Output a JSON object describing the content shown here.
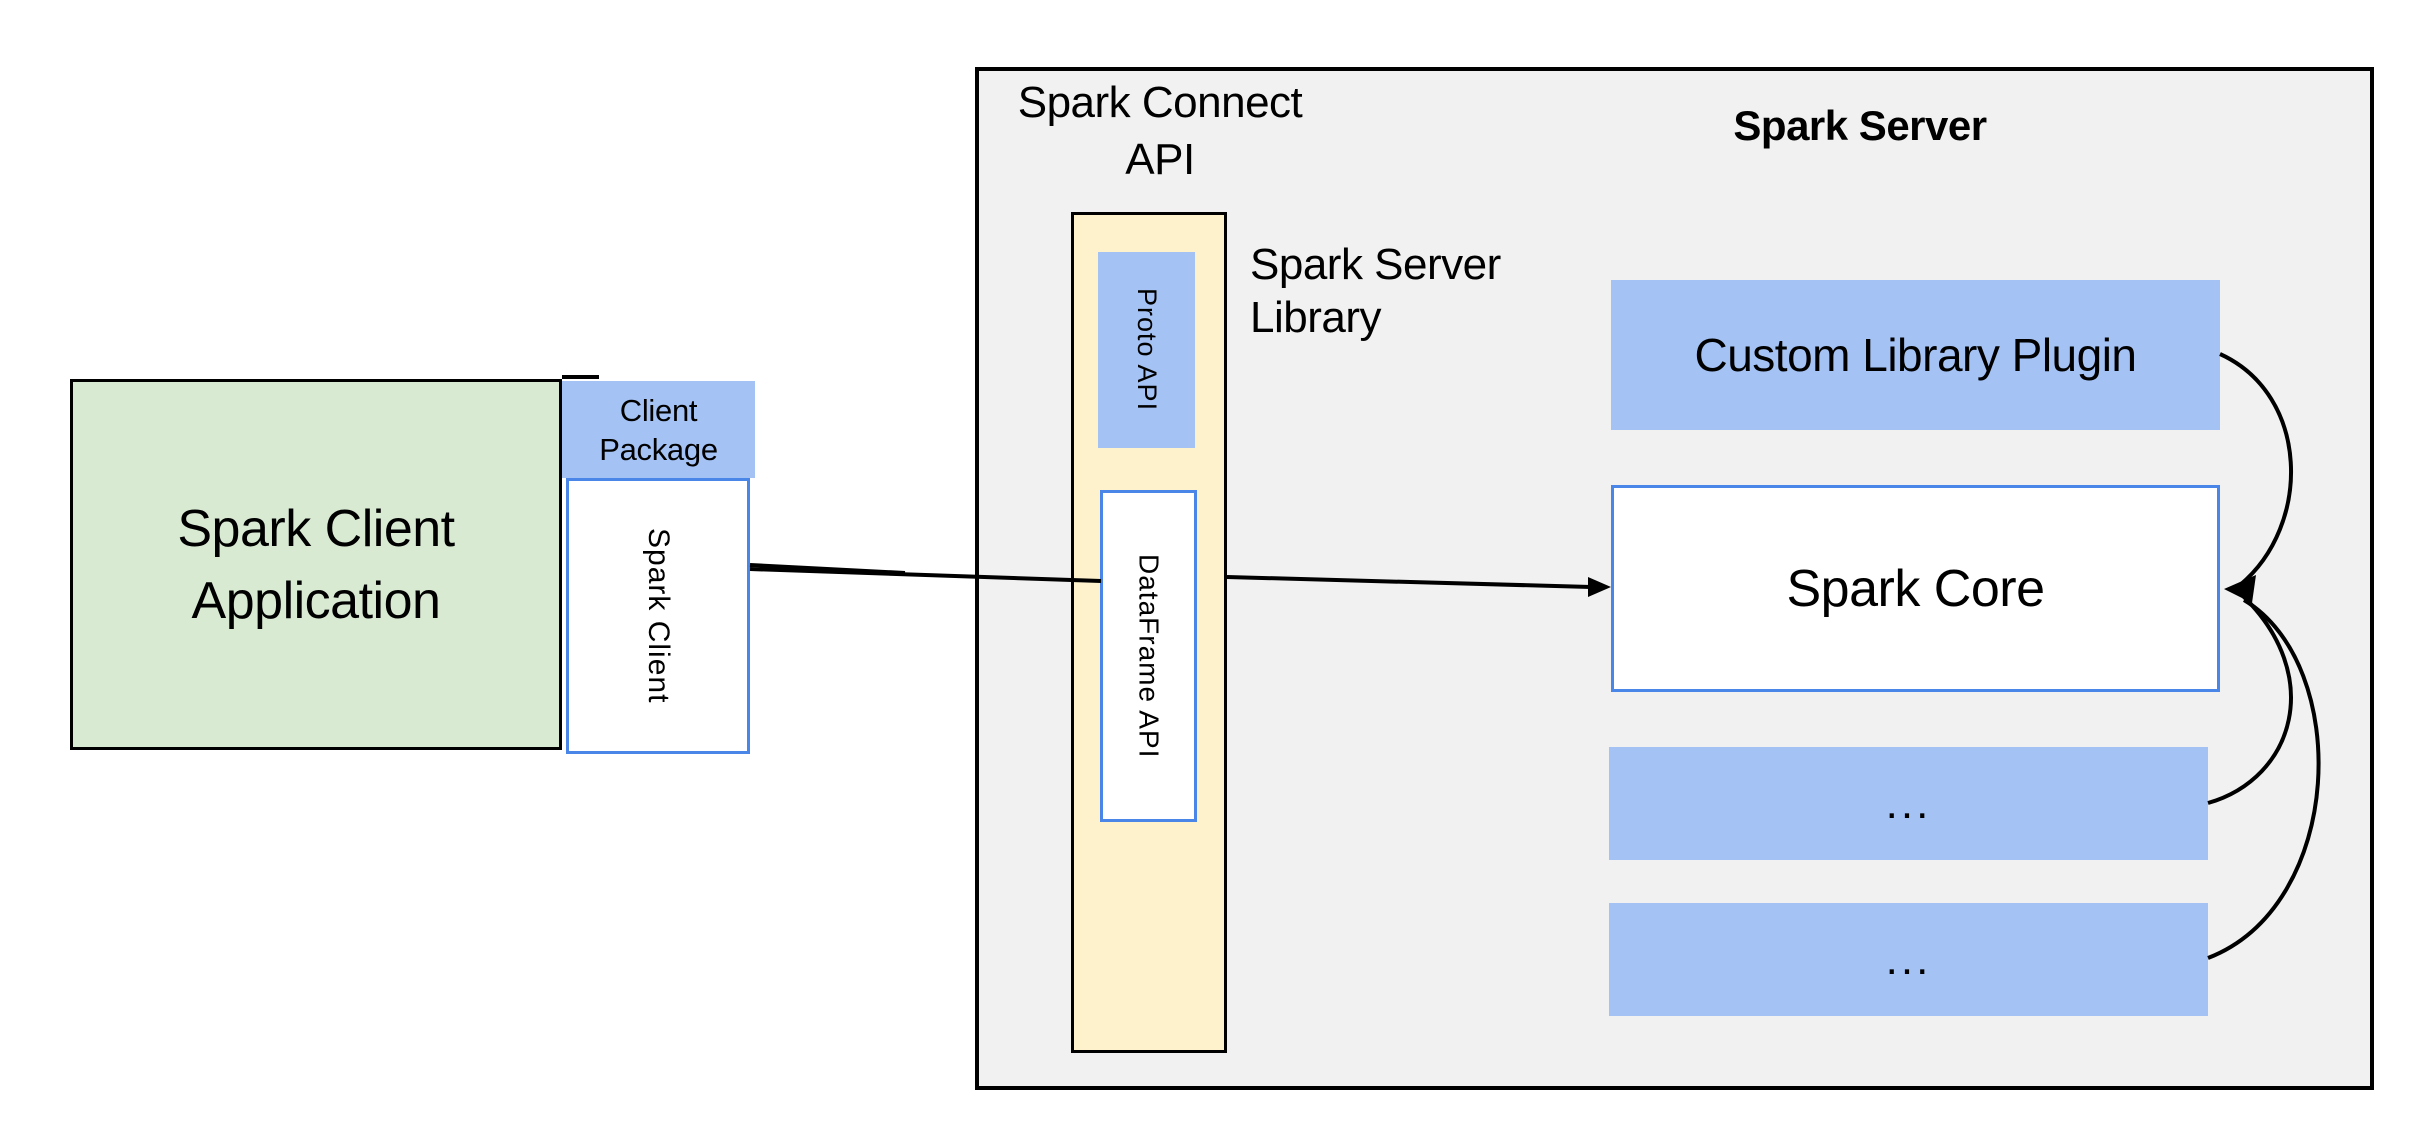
{
  "colors": {
    "green-fill": "#d9ead3",
    "blue-fill": "#a4c2f4",
    "blue-border": "#4a86e8",
    "yellow-fill": "#fdf2cc",
    "panel-fill": "#f1f1f2",
    "line-black": "#000000"
  },
  "client_side": {
    "application_label": "Spark Client\nApplication",
    "package_label": "Client\nPackage",
    "client_label": "Spark Client"
  },
  "connect_api": {
    "header": "Spark Connect\nAPI",
    "proto_api_label": "Proto API",
    "dataframe_api_label": "DataFrame API",
    "server_library_label": "Spark Server\nLibrary"
  },
  "spark_server": {
    "header": "Spark Server",
    "custom_plugin_label": "Custom Library Plugin",
    "core_label": "Spark Core",
    "plugin_slot_1_label": "...",
    "plugin_slot_2_label": "..."
  }
}
